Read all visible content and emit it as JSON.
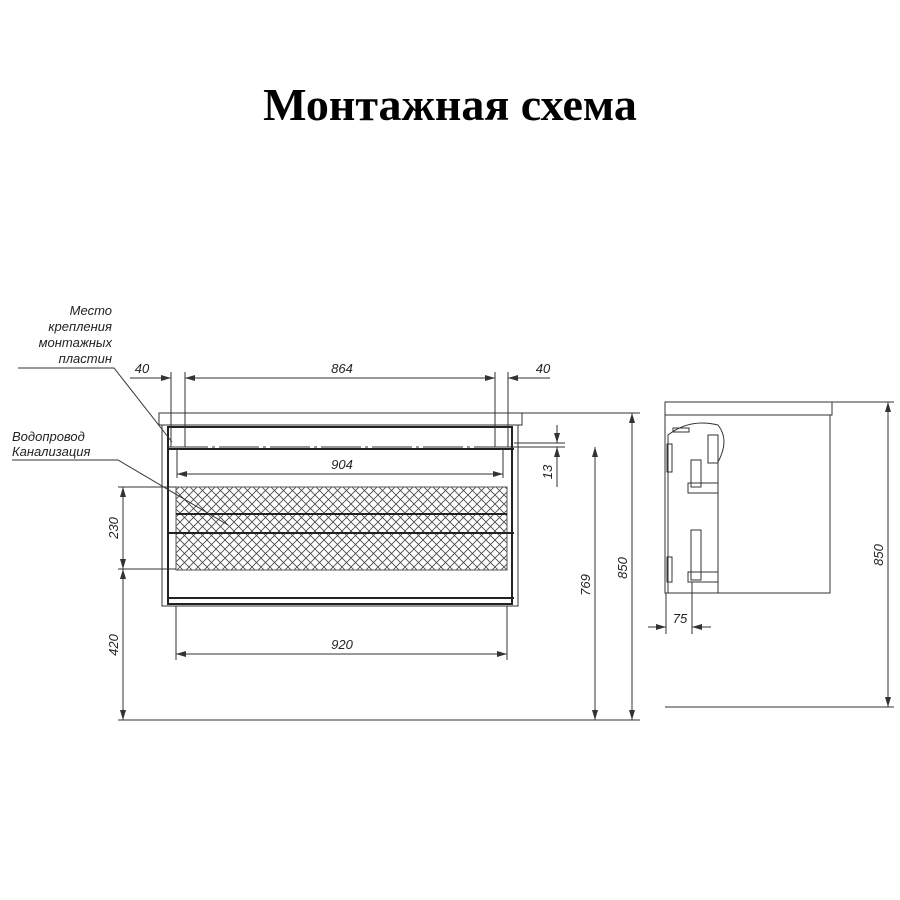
{
  "title": "Монтажная схема",
  "labels": {
    "mounting": [
      "Место",
      "крепления",
      "монтажных",
      "пластин"
    ],
    "pipes": [
      "Водопровод",
      "Канализация"
    ]
  },
  "dimensions": {
    "left_offset": "40",
    "plate_span": "864",
    "right_offset": "40",
    "inner_width": "904",
    "top_gap": "13",
    "pipe_zone": "230",
    "floor_to_pipe": "420",
    "cabinet_width": "920",
    "mount_height": "769",
    "total_height_front": "850",
    "side_depth_offset": "75",
    "total_height_side": "850"
  }
}
